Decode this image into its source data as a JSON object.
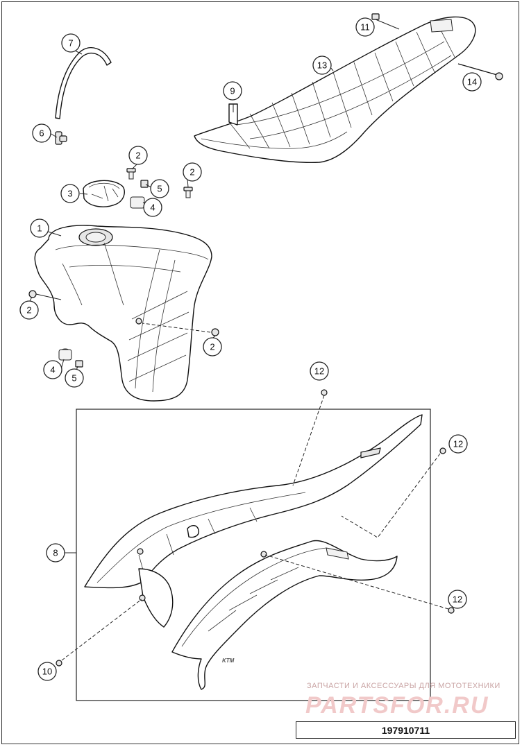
{
  "callouts": {
    "c1": "1",
    "c2a": "2",
    "c2b": "2",
    "c2c": "2",
    "c2d": "2",
    "c3": "3",
    "c4a": "4",
    "c4b": "4",
    "c5a": "5",
    "c5b": "5",
    "c6": "6",
    "c7": "7",
    "c8": "8",
    "c9": "9",
    "c10": "10",
    "c11": "11",
    "c12a": "12",
    "c12b": "12",
    "c12c": "12",
    "c13": "13",
    "c14": "14"
  },
  "watermark": {
    "tagline": "ЗАПЧАСТИ И АКСЕССУАРЫ ДЛЯ МОТОТЕХНИКИ",
    "brand": "PARTSFOR.RU"
  },
  "document_number": "197910711",
  "seal_text": "KTM"
}
